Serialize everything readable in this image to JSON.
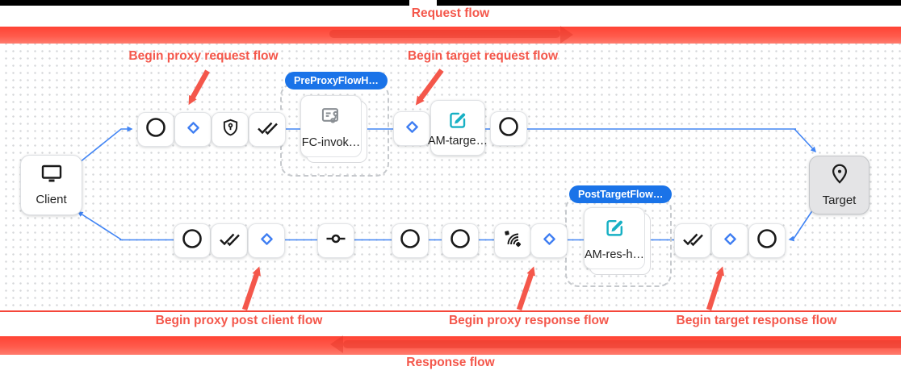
{
  "titles": {
    "request_flow": "Request flow",
    "response_flow": "Response flow"
  },
  "annotations": {
    "begin_proxy_request": "Begin proxy request flow",
    "begin_target_request": "Begin target request flow",
    "begin_proxy_post_client": "Begin proxy post client flow",
    "begin_proxy_response": "Begin proxy response flow",
    "begin_target_response": "Begin target response flow"
  },
  "nodes": {
    "client": {
      "label": "Client",
      "icon": "monitor-icon"
    },
    "target": {
      "label": "Target",
      "icon": "location-pin-icon"
    }
  },
  "flow_hooks": {
    "pre_proxy": {
      "badge": "PreProxyFlowH…",
      "policy": {
        "name": "FC-invok…",
        "icon": "flow-callout-icon"
      }
    },
    "post_target": {
      "badge": "PostTargetFlow…",
      "policy": {
        "name": "AM-res-h…",
        "icon": "assign-message-icon"
      }
    }
  },
  "policies": {
    "am_target": {
      "name": "AM-targe…",
      "icon": "assign-message-icon"
    }
  },
  "request_flow_steps": [
    {
      "icon": "circle-icon"
    },
    {
      "icon": "diamond-icon"
    },
    {
      "icon": "shield-key-icon"
    },
    {
      "icon": "double-check-icon"
    },
    {
      "icon": "diamond-icon"
    },
    {
      "icon": "circle-icon"
    }
  ],
  "response_flow_steps": [
    {
      "icon": "circle-icon"
    },
    {
      "icon": "double-check-icon"
    },
    {
      "icon": "diamond-icon"
    },
    {
      "icon": "route-icon"
    },
    {
      "icon": "circle-icon"
    },
    {
      "icon": "circle-icon"
    },
    {
      "icon": "signal-icon"
    },
    {
      "icon": "diamond-icon"
    },
    {
      "icon": "double-check-icon"
    },
    {
      "icon": "diamond-icon"
    },
    {
      "icon": "circle-icon"
    }
  ],
  "colors": {
    "annotation_red": "#f4574b",
    "bar_red": "#ff5a4b",
    "badge_blue": "#1a73e8",
    "line_blue": "#4285f4",
    "policy_teal": "#17b0c4",
    "icon_black": "#1a1a1a"
  }
}
